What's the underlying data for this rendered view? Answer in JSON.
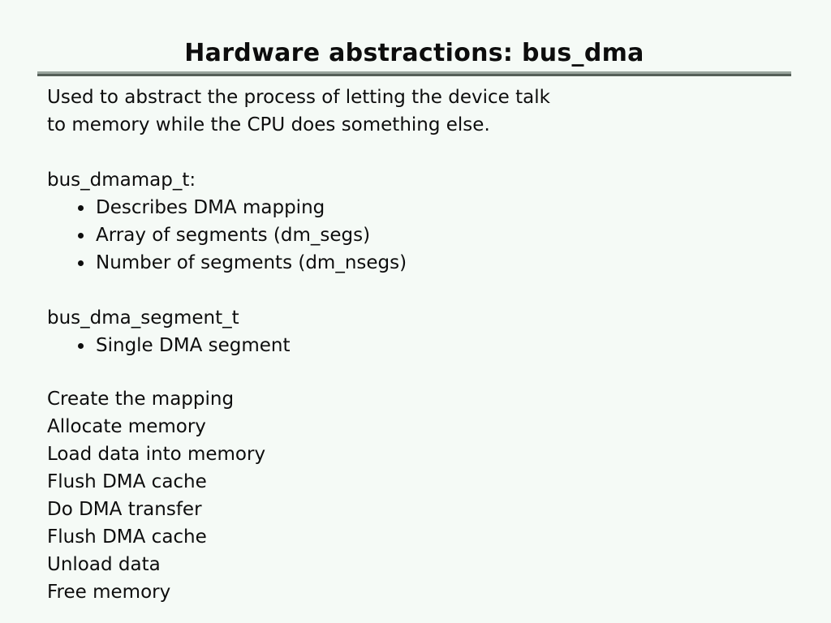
{
  "slide": {
    "title": "Hardware abstractions: bus_dma",
    "background_color": "#f5faf6",
    "text_color": "#0d0d0d",
    "rule_color_top": "#9aa69e",
    "rule_color_bottom": "#555f58",
    "intro": [
      "Used to abstract the process of letting the device talk",
      "to memory while the CPU does something else."
    ],
    "sections": [
      {
        "heading": "bus_dmamap_t:",
        "bullets": [
          "Describes DMA mapping",
          "Array of segments (dm_segs)",
          "Number of segments (dm_nsegs)"
        ]
      },
      {
        "heading": "bus_dma_segment_t",
        "bullets": [
          "Single DMA segment"
        ]
      }
    ],
    "steps": [
      "Create the mapping",
      "Allocate memory",
      "Load data into memory",
      "Flush DMA cache",
      "Do DMA transfer",
      "Flush DMA cache",
      "Unload data",
      "Free memory"
    ]
  }
}
